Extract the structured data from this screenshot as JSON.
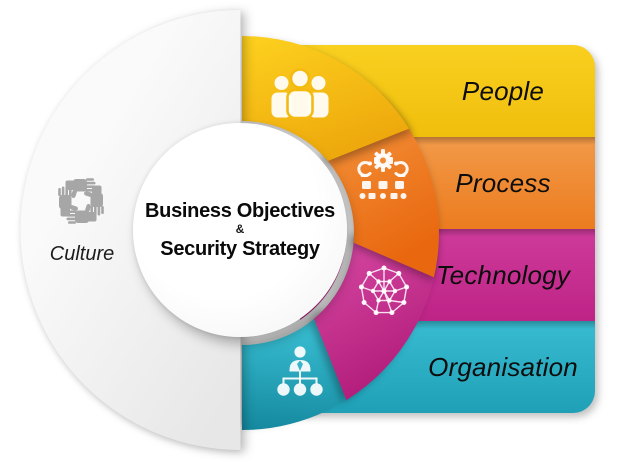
{
  "center": {
    "title_line1": "Business Objectives",
    "connector": "&",
    "title_line2": "Security Strategy"
  },
  "culture": {
    "label": "Culture",
    "icon": "teamwork-hands-icon",
    "color": "#A6A6A6"
  },
  "segments": [
    {
      "label": "People",
      "icon": "people-icon",
      "color": "#F2C30F"
    },
    {
      "label": "Process",
      "icon": "process-icon",
      "color": "#EE8227"
    },
    {
      "label": "Technology",
      "icon": "technology-icon",
      "color": "#C62C90"
    },
    {
      "label": "Organisation",
      "icon": "org-chart-icon",
      "color": "#2AAEC3"
    }
  ],
  "background_color": "#FFFFFF",
  "icon_color": "#FFFFFF"
}
